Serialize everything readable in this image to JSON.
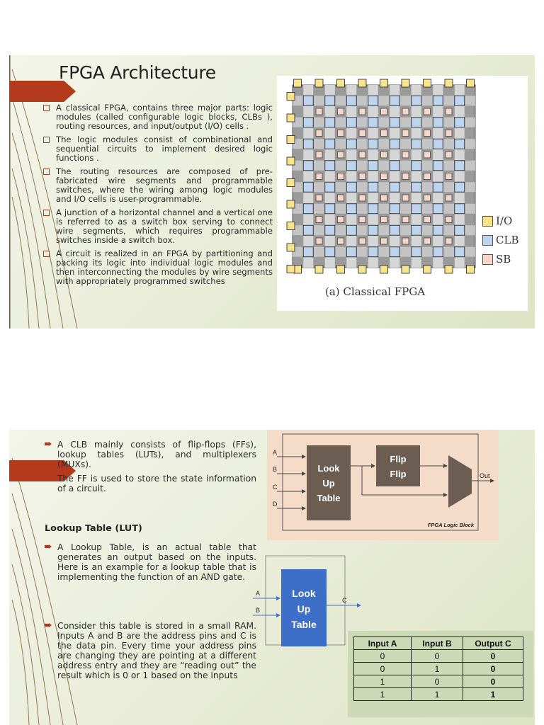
{
  "slide1": {
    "title": "FPGA Architecture",
    "bullets": [
      "A classical FPGA, contains three major parts: logic modules (called configurable logic blocks, CLBs ), routing resources, and input/output (I/O) cells .",
      "The logic modules consist of combinational and sequential circuits to implement desired logic functions .",
      "The routing resources are composed of pre-fabricated wire segments and programmable switches, where the wiring among logic modules and I/O cells is user-programmable.",
      "A junction of a horizontal channel and a vertical one is referred to as a switch box serving to connect wire segments, which requires programmable switches inside a switch box.",
      "A circuit is realized in an FPGA by partitioning and packing its logic into individual logic modules and then interconnecting the modules by wire segments with appropriately programmed switches"
    ],
    "figure": {
      "caption": "(a) Classical FPGA",
      "legend": [
        {
          "label": "I/O",
          "color": "#f7e48c",
          "icon": "io-cell-swatch"
        },
        {
          "label": "CLB",
          "color": "#bcd4ee",
          "icon": "clb-swatch"
        },
        {
          "label": "SB",
          "color": "#f6d6c8",
          "icon": "switch-box-swatch"
        }
      ]
    }
  },
  "slide2": {
    "bullets_top": [
      "A CLB mainly consists of flip-flops (FFs), lookup tables (LUTs), and multiplexers (MUXs).",
      "The FF is used to store the state information of a circuit."
    ],
    "subheading": "Lookup Table (LUT)",
    "bullets_mid": [
      "A Lookup Table, is an actual table that generates an output based on the inputs. Here is an example for a lookup table that is implementing the function of an AND gate."
    ],
    "bullets_bottom": [
      "Consider this table is stored in a small RAM. Inputs A and B are the address pins and C is the data pin. Every time your address pins are changing they are pointing at a different address entry and they are “reading out” the result which is 0 or 1 based on the inputs"
    ],
    "logic_block": {
      "inputs": [
        "A",
        "B",
        "C",
        "D"
      ],
      "lut_lines": [
        "Look",
        "Up",
        "Table"
      ],
      "ff_lines": [
        "Flip",
        "Flip"
      ],
      "output": "Out",
      "caption": "FPGA Logic Block"
    },
    "lut_diagram": {
      "inputs": [
        "A",
        "B"
      ],
      "lines": [
        "Look",
        "Up",
        "Table"
      ],
      "output": "C"
    },
    "truth_table": {
      "headers": [
        "Input A",
        "Input B",
        "Output C"
      ],
      "rows": [
        [
          "0",
          "0",
          "0"
        ],
        [
          "0",
          "1",
          "0"
        ],
        [
          "1",
          "0",
          "0"
        ],
        [
          "1",
          "1",
          "1"
        ]
      ]
    }
  },
  "colors": {
    "accent_red": "#b33a1d",
    "lut_blue": "#3e6fc8",
    "block_brown": "#6b5d52",
    "logic_panel": "#f5dcc8"
  }
}
